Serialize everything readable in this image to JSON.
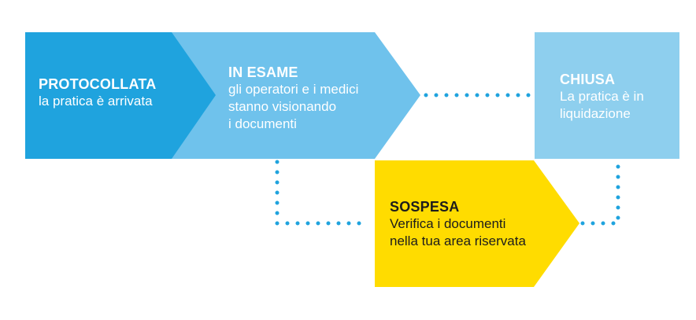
{
  "colors": {
    "protocollata": "#1fa3de",
    "in_esame": "#6fc2ec",
    "chiusa": "#8ecfee",
    "sospesa": "#ffdc00",
    "dots": "#1fa3de"
  },
  "steps": {
    "protocollata": {
      "title": "PROTOCOLLATA",
      "lines": [
        "la pratica è arrivata"
      ]
    },
    "in_esame": {
      "title": "IN ESAME",
      "lines": [
        "gli operatori e i medici",
        "stanno visionando",
        "i documenti"
      ]
    },
    "chiusa": {
      "title": "CHIUSA",
      "lines": [
        "La pratica è in",
        "liquidazione"
      ]
    },
    "sospesa": {
      "title": "SOSPESA",
      "lines": [
        "Verifica i documenti",
        "nella tua area riservata"
      ]
    }
  }
}
